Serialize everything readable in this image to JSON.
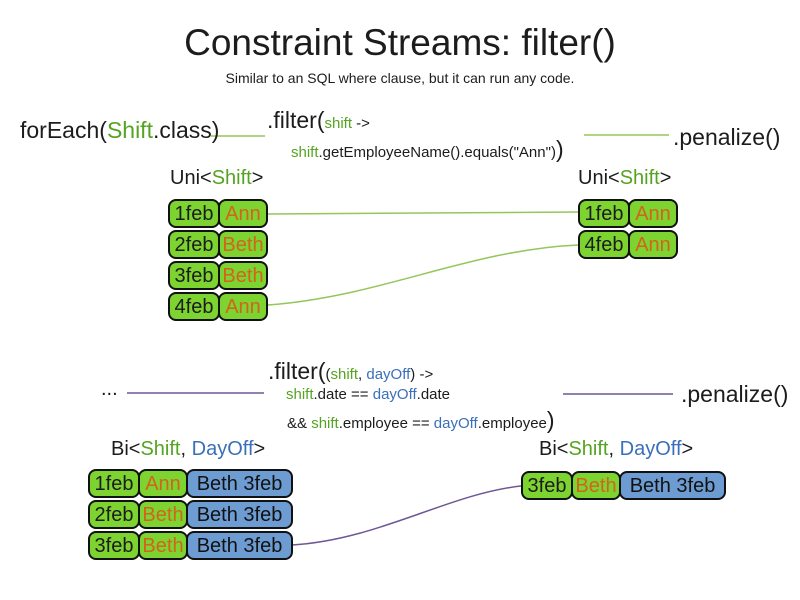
{
  "title": "Constraint Streams: filter()",
  "subtitle": "Similar to an SQL where clause, but it can run any code.",
  "colors": {
    "code_green": "#55a421",
    "code_blue": "#3a6fba",
    "employee_orange": "#d2641e",
    "cell_green": "#7dd32f",
    "cell_blue": "#6d9cd2",
    "line_green": "#94c65c",
    "line_purple": "#6f5795",
    "text_black": "#1c1c1c"
  },
  "section1": {
    "foreach": {
      "fn": "forEach(",
      "cls": "Shift",
      "end": ".class)"
    },
    "filter": {
      "head": ".filter(",
      "param": "shift",
      "arrow": " ->",
      "body_param": "shift",
      "body": ".getEmployeeName().equals(\"Ann\")",
      "close": ")"
    },
    "penalize": ".penalize()",
    "uni_left": {
      "p1": "Uni<",
      "p2": "Shift",
      "p3": ">"
    },
    "uni_right": {
      "p1": "Uni<",
      "p2": "Shift",
      "p3": ">"
    }
  },
  "section2": {
    "source": "...",
    "filter": {
      "head": ".filter(",
      "open": "(",
      "p_shift": "shift",
      "comma": ", ",
      "p_dayoff": "dayOff",
      "close_arrow": ") ->",
      "l2_shift": "shift",
      "l2_mid": ".date == ",
      "l2_dayoff": "dayOff",
      "l2_end": ".date",
      "l3_and": "&& ",
      "l3_shift": "shift",
      "l3_mid": ".employee == ",
      "l3_dayoff": "dayOff",
      "l3_end": ".employee",
      "l3_close": ")"
    },
    "penalize": ".penalize()",
    "bi_left": {
      "p1": "Bi<",
      "p2": "Shift",
      "p3": ", ",
      "p4": "DayOff",
      "p5": ">"
    },
    "bi_right": {
      "p1": "Bi<",
      "p2": "Shift",
      "p3": ", ",
      "p4": "DayOff",
      "p5": ">"
    }
  },
  "tables": {
    "uni_source": {
      "rows": [
        {
          "date": "1feb",
          "employee": "Ann"
        },
        {
          "date": "2feb",
          "employee": "Beth"
        },
        {
          "date": "3feb",
          "employee": "Beth"
        },
        {
          "date": "4feb",
          "employee": "Ann"
        }
      ]
    },
    "uni_filtered": {
      "rows": [
        {
          "date": "1feb",
          "employee": "Ann"
        },
        {
          "date": "4feb",
          "employee": "Ann"
        }
      ]
    },
    "bi_source": {
      "rows": [
        {
          "date": "1feb",
          "employee": "Ann",
          "dayoff": "Beth 3feb"
        },
        {
          "date": "2feb",
          "employee": "Beth",
          "dayoff": "Beth 3feb"
        },
        {
          "date": "3feb",
          "employee": "Beth",
          "dayoff": "Beth 3feb"
        }
      ]
    },
    "bi_filtered": {
      "rows": [
        {
          "date": "3feb",
          "employee": "Beth",
          "dayoff": "Beth 3feb"
        }
      ]
    }
  }
}
